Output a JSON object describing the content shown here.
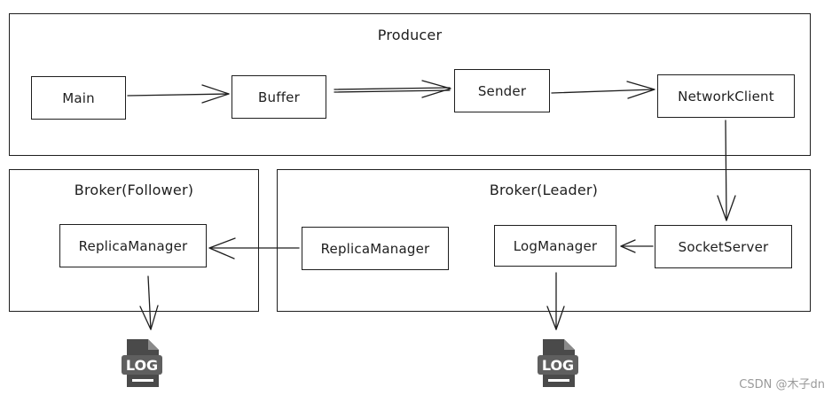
{
  "groups": {
    "producer": {
      "title": "Producer"
    },
    "follower": {
      "title": "Broker(Follower)"
    },
    "leader": {
      "title": "Broker(Leader)"
    }
  },
  "nodes": {
    "main": "Main",
    "buffer": "Buffer",
    "sender": "Sender",
    "network_client": "NetworkClient",
    "socket_server": "SocketServer",
    "log_manager": "LogManager",
    "replica_manager_leader": "ReplicaManager",
    "replica_manager_follower": "ReplicaManager"
  },
  "log_icons": {
    "follower": {
      "label": "LOG",
      "icon": "log-file-icon"
    },
    "leader": {
      "label": "LOG",
      "icon": "log-file-icon"
    }
  },
  "watermark": "CSDN @木子dn",
  "colors": {
    "stroke": "#1e1e1e",
    "icon_fill": "#4a4a4a",
    "icon_badge": "#5f5f5f",
    "watermark": "#9a9a9a"
  }
}
